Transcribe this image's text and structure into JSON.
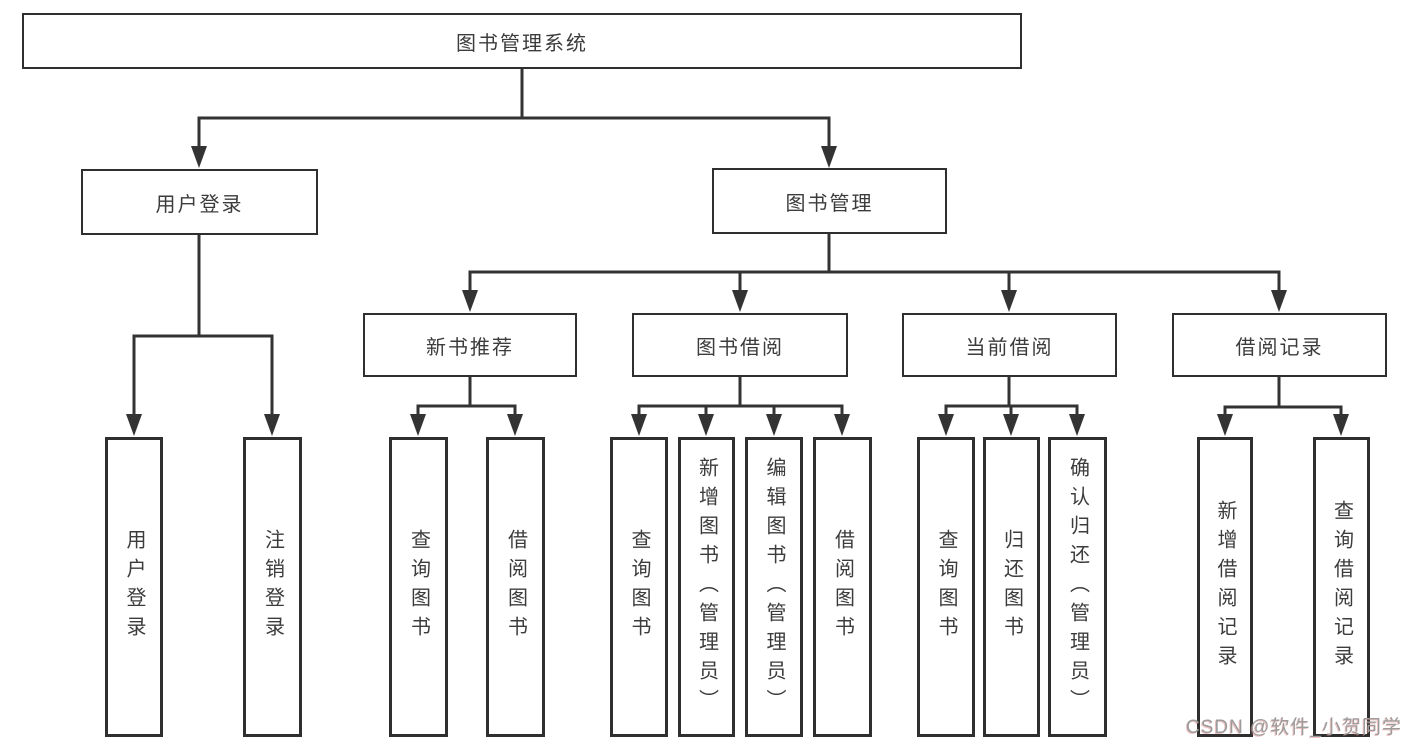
{
  "title_box": "图书管理系统",
  "branches": [
    {
      "label": "用户登录",
      "children": [
        {
          "label": "用户登录"
        },
        {
          "label": "注销登录"
        }
      ]
    },
    {
      "label": "图书管理",
      "children": [
        {
          "label": "新书推荐",
          "children": [
            {
              "label": "查询图书"
            },
            {
              "label": "借阅图书"
            }
          ]
        },
        {
          "label": "图书借阅",
          "children": [
            {
              "label": "查询图书"
            },
            {
              "label": "新增图书（管理员）"
            },
            {
              "label": "编辑图书（管理员）"
            },
            {
              "label": "借阅图书"
            }
          ]
        },
        {
          "label": "当前借阅",
          "children": [
            {
              "label": "查询图书"
            },
            {
              "label": "归还图书"
            },
            {
              "label": "确认归还（管理员）"
            }
          ]
        },
        {
          "label": "借阅记录",
          "children": [
            {
              "label": "新增借阅记录"
            },
            {
              "label": "查询借阅记录"
            }
          ]
        }
      ]
    }
  ],
  "watermark": "CSDN @软件_小贺同学",
  "colors": {
    "line": "#333333",
    "box_border": "#2f2f2f",
    "text": "#3c3c3c",
    "watermark_text": "#9c9c9c",
    "background": "#ffffff"
  }
}
